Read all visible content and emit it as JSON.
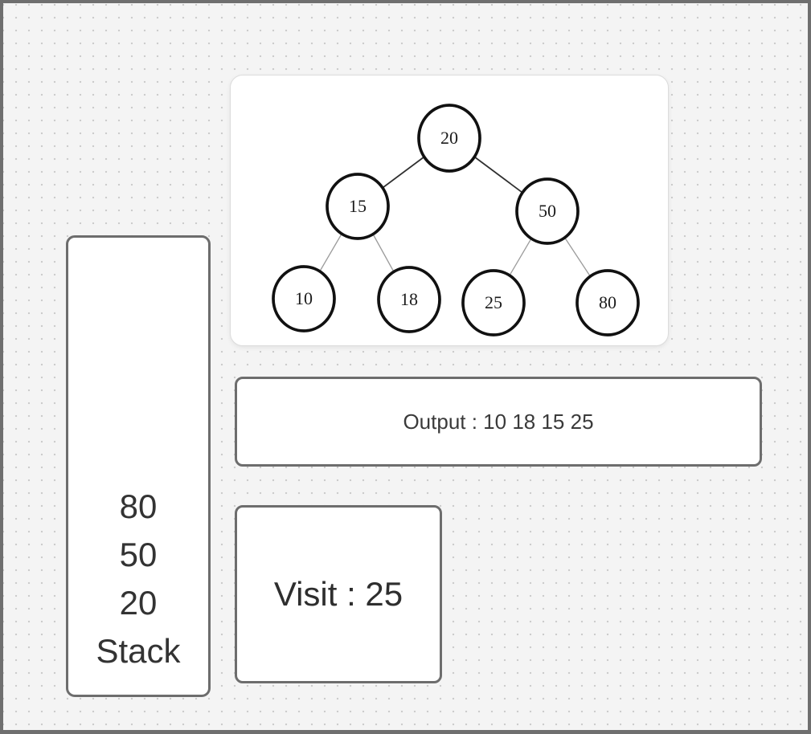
{
  "canvas": {
    "kind": "whiteboard-dotted-canvas",
    "colors": {
      "background": "#f4f4f4",
      "dot": "#cccccc",
      "frame": "#6f6f6f",
      "box_border": "#6d6d6d",
      "node_stroke": "#111111",
      "card_background": "#ffffff"
    }
  },
  "tree": {
    "description": "binary search tree",
    "nodes": [
      {
        "label": "20"
      },
      {
        "label": "15"
      },
      {
        "label": "50"
      },
      {
        "label": "10"
      },
      {
        "label": "18"
      },
      {
        "label": "25"
      },
      {
        "label": "80"
      }
    ],
    "edges": [
      [
        "20",
        "15"
      ],
      [
        "20",
        "50"
      ],
      [
        "15",
        "10"
      ],
      [
        "15",
        "18"
      ],
      [
        "50",
        "25"
      ],
      [
        "50",
        "80"
      ]
    ]
  },
  "stack_panel": {
    "items": [
      "80",
      "50",
      "20"
    ],
    "title": "Stack"
  },
  "output_box": {
    "text": "Output : 10 18 15 25"
  },
  "visit_box": {
    "text": "Visit : 25"
  }
}
